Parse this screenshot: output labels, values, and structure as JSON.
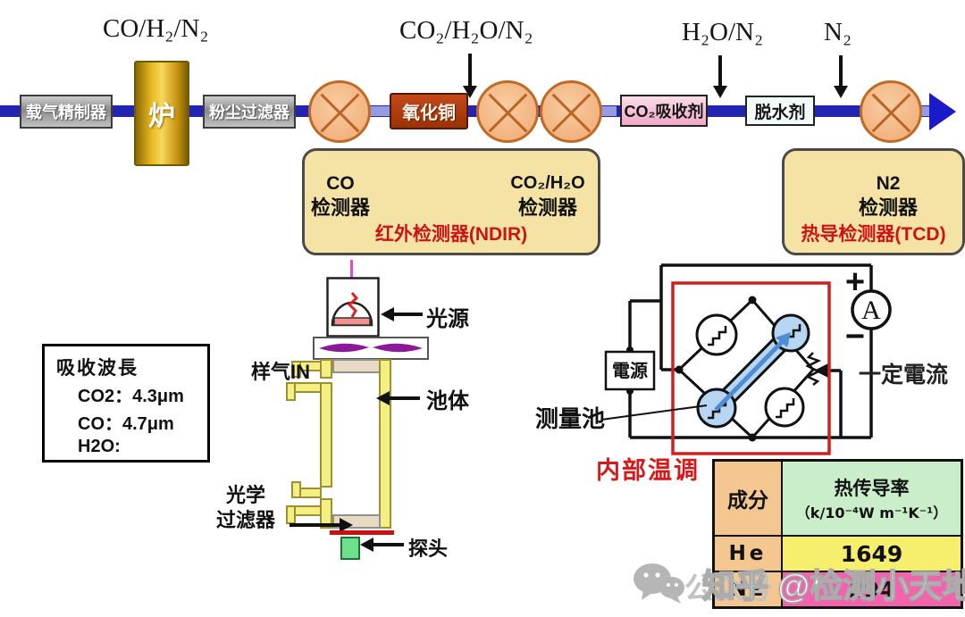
{
  "streams": [
    {
      "text": "CO/H₂/N₂"
    },
    {
      "text": "CO₂/H₂O/N₂"
    },
    {
      "text": "H₂O/N₂"
    },
    {
      "text": "N₂"
    }
  ],
  "components": {
    "carrier_gas_purifier": "载气精制器",
    "furnace": "炉",
    "dust_filter": "粉尘过滤器",
    "copper_oxide": "氧化铜",
    "co2_absorbent": "CO₂吸收剂",
    "dehydrating_agent": "脱水剂"
  },
  "detectors": {
    "ndir": {
      "left_gas": "CO",
      "left_label": "检测器",
      "right_gas": "CO₂/H₂O",
      "right_label": "检测器",
      "type_label": "红外检测器(NDIR)"
    },
    "tcd": {
      "gas": "N2",
      "label": "检测器",
      "type_label": "热导检测器(TCD)"
    }
  },
  "wavelength_box": {
    "title": "吸收波長",
    "lines": [
      "CO2：4.3μm",
      "CO：4.7μm",
      "H2O:"
    ]
  },
  "ndir_cell": {
    "light_source": "光源",
    "sample_in": "样气IN",
    "cell_body": "池体",
    "optical_filter_line1": "光学",
    "optical_filter_line2": "过滤器",
    "probe": "探头"
  },
  "tcd_circuit": {
    "power_supply": "電源",
    "plus": "+",
    "minus": "−",
    "ammeter": "A",
    "constant_current": "一定電流",
    "measuring_cell": "测量池",
    "internal_temp_control": "内部温调"
  },
  "conductivity_table": {
    "col_component": "成分",
    "col_conductivity_line1": "热传导率",
    "col_conductivity_line2": "（k/10⁻⁴W m⁻¹K⁻¹）",
    "rows": [
      {
        "gas": "He",
        "value": "1649"
      },
      {
        "gas": "N2",
        "value": "294"
      }
    ]
  },
  "watermark": {
    "platform_text": "公众号",
    "account_text": "知乎 @检测小天地"
  }
}
